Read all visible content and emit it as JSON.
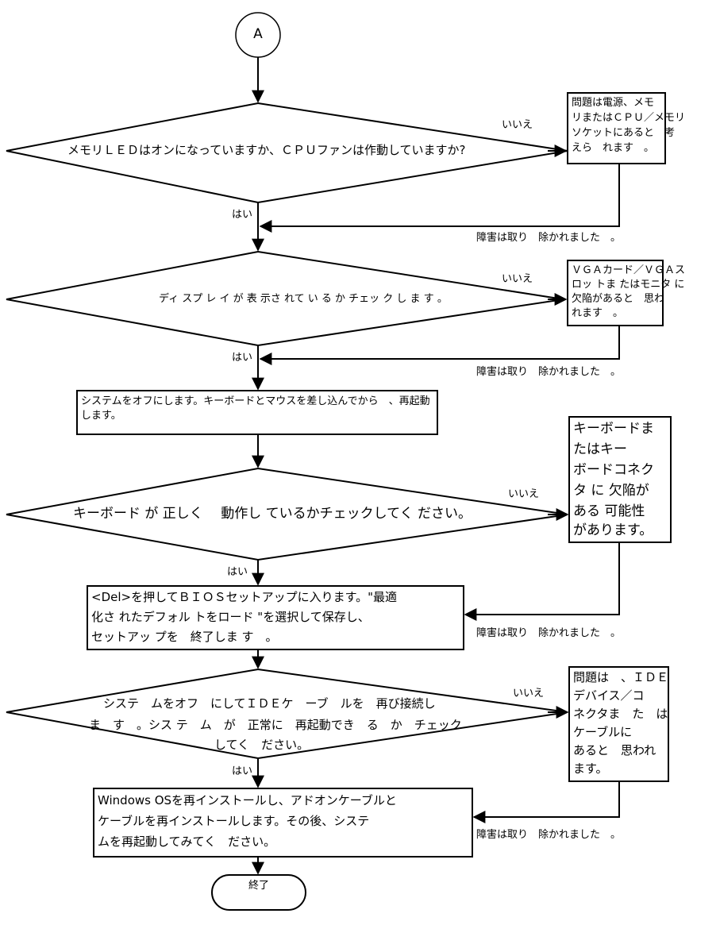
{
  "connector_start": "A",
  "end_label": "終了",
  "yes_label": "はい",
  "no_label": "いいえ",
  "resolved_label": "障害は取り　除かれました　。",
  "q1": {
    "text": "メモリＬＥＤはオンになっていますか、ＣＰＵファンは作動していますか?"
  },
  "r1": {
    "lines": [
      "問題は電源、メモ",
      "リまたはＣＰＵ／メモリ",
      "ソケットにあると　考",
      "えら　れます　。"
    ]
  },
  "q2": {
    "text": "ディ スプ レ イ が 表 示さ れて い る か チェッ ク し ま す 。"
  },
  "r2": {
    "lines": [
      "ＶＧＡカード／ＶＧＡス",
      "ロッ トま たはモニタ に",
      "欠陥があると　思わ",
      "れます　。"
    ]
  },
  "s1": {
    "lines": [
      "システムをオフにします。キーボードとマウスを差し込んでから　、再起動",
      "します。"
    ]
  },
  "q3": {
    "text": "キーボード が 正しく　 動作し ているかチェックしてく ださい。"
  },
  "r3": {
    "lines": [
      "キーボードま",
      "たはキー",
      "ボードコネク",
      "タ に 欠陥が",
      "ある 可能性",
      "があります。"
    ]
  },
  "s2": {
    "lines": [
      "<Del>を押してＢＩＯＳセットアップに入ります。\"最適",
      "化さ れたデフォル トをロード \"を選択して保存し、",
      "セットアッ プを　終了しま す　。"
    ]
  },
  "q4": {
    "lines": [
      "システ　ムをオフ　にしてＩＤＥケ　ーブ　ルを　再び接続し",
      "ま　す　。シス テ　ム　が　正常に　再起動でき　る　か　チェック",
      "してく　ださい。"
    ]
  },
  "r4": {
    "lines": [
      "問題は　、ＩＤＥ",
      "デバイス／コ",
      "ネクタま　た　は",
      "ケーブルに",
      "あると　思われ",
      "ます。"
    ]
  },
  "s3": {
    "lines": [
      "Windows OSを再インストールし、アドオンケーブルと",
      "ケーブルを再インストールします。その後、システ",
      "ムを再起動してみてく　ださい。"
    ]
  }
}
